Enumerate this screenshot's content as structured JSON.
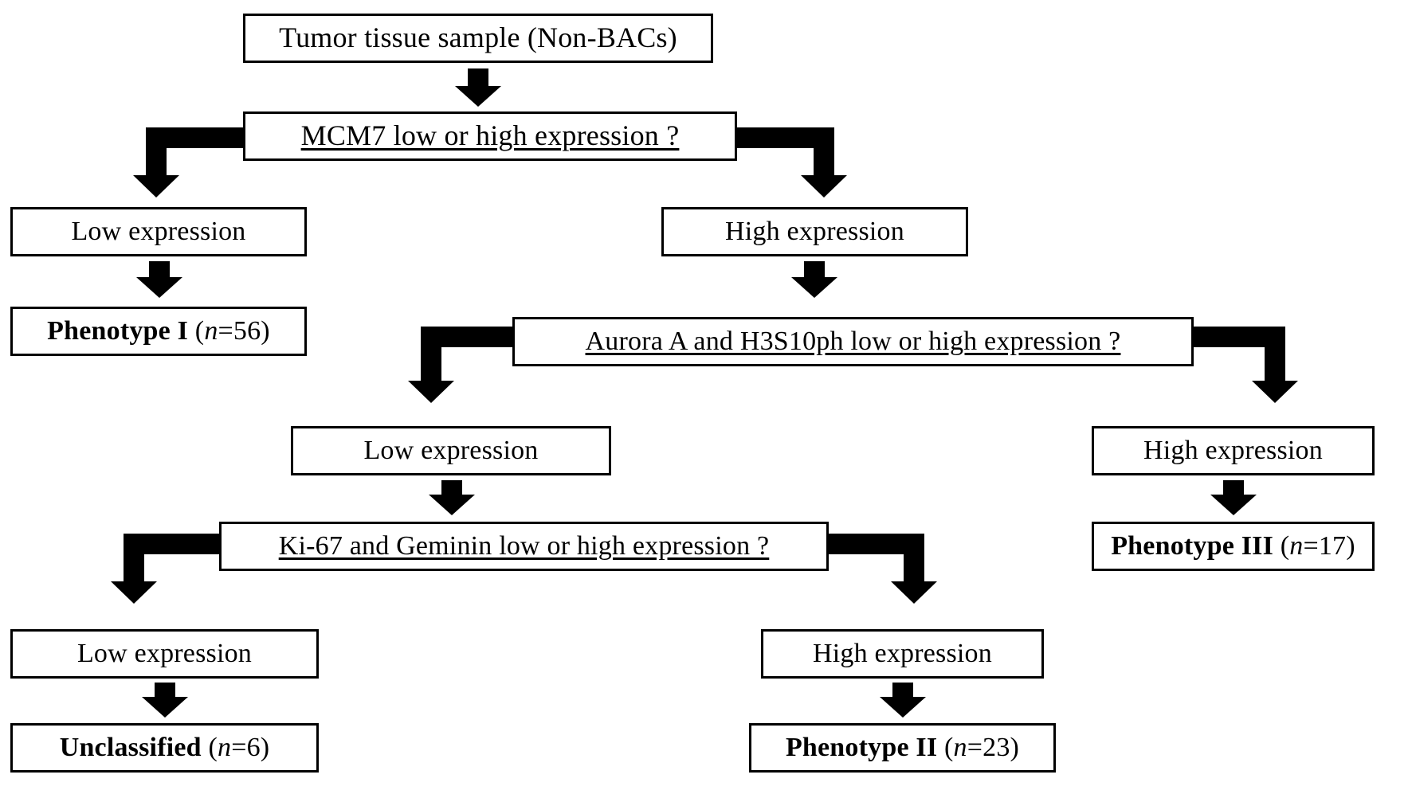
{
  "diagram": {
    "title": "Phenotype classification decision tree",
    "colors": {
      "stroke": "#000000",
      "fill": "#ffffff",
      "text": "#000000"
    },
    "nodes": {
      "root": {
        "label": "Tumor tissue sample (Non-BACs)"
      },
      "q_mcm7": {
        "label": "MCM7 low or high expression ?"
      },
      "mcm7_low": {
        "label": "Low expression"
      },
      "mcm7_high": {
        "label": "High expression"
      },
      "phenotype1": {
        "label_bold": "Phenotype I",
        "label_n": " (",
        "n_symbol": "n",
        "n_value": "=56)"
      },
      "q_aurora": {
        "label": "Aurora A and H3S10ph low or high expression ?"
      },
      "aurora_low": {
        "label": "Low expression"
      },
      "aurora_high": {
        "label": "High expression"
      },
      "phenotype3": {
        "label_bold": "Phenotype III",
        "label_n": " (",
        "n_symbol": "n",
        "n_value": "=17)"
      },
      "q_ki67": {
        "label": "Ki-67 and Geminin low or high expression ?"
      },
      "ki67_low": {
        "label": "Low expression"
      },
      "ki67_high": {
        "label": "High expression"
      },
      "unclassified": {
        "label_bold": "Unclassified",
        "label_n": " (",
        "n_symbol": "n",
        "n_value": "=6)"
      },
      "phenotype2": {
        "label_bold": "Phenotype II",
        "label_n": " (",
        "n_symbol": "n",
        "n_value": "=23)"
      }
    },
    "arrows": [
      {
        "name": "root-to-mcm7-question",
        "kind": "down"
      },
      {
        "name": "mcm7-question-to-low",
        "kind": "elbow-left"
      },
      {
        "name": "mcm7-question-to-high",
        "kind": "elbow-right"
      },
      {
        "name": "mcm7-low-to-phenotype1",
        "kind": "down"
      },
      {
        "name": "mcm7-high-to-aurora-question",
        "kind": "down"
      },
      {
        "name": "aurora-question-to-low",
        "kind": "elbow-left"
      },
      {
        "name": "aurora-question-to-high",
        "kind": "elbow-right"
      },
      {
        "name": "aurora-high-to-phenotype3",
        "kind": "down"
      },
      {
        "name": "aurora-low-to-ki67-question",
        "kind": "down"
      },
      {
        "name": "ki67-question-to-low",
        "kind": "elbow-left"
      },
      {
        "name": "ki67-question-to-high",
        "kind": "elbow-right"
      },
      {
        "name": "ki67-low-to-unclassified",
        "kind": "down"
      },
      {
        "name": "ki67-high-to-phenotype2",
        "kind": "down"
      }
    ]
  }
}
